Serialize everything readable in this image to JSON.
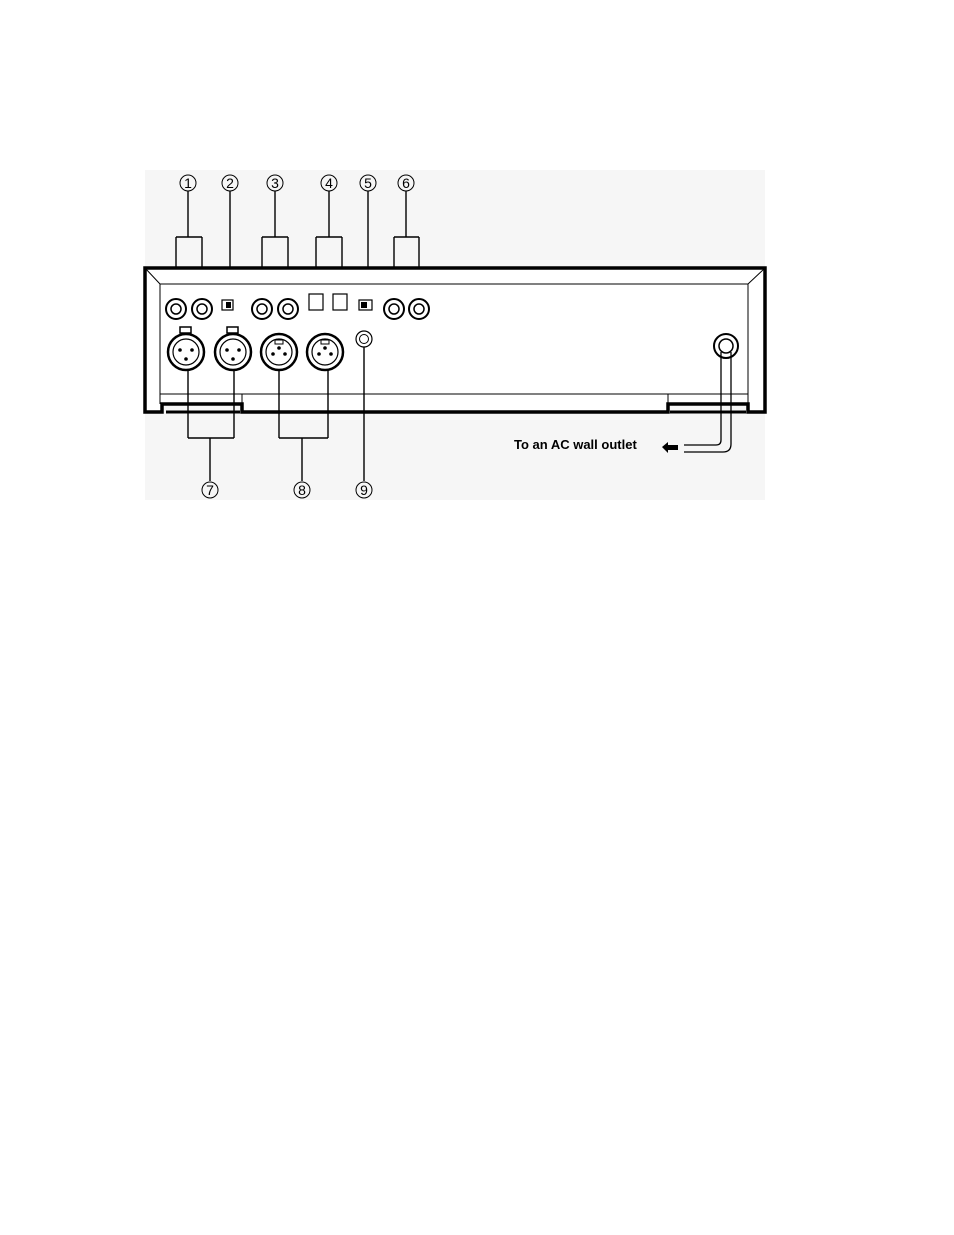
{
  "callouts": {
    "top": [
      "1",
      "2",
      "3",
      "4",
      "5",
      "6"
    ],
    "bottom": [
      "7",
      "8",
      "9"
    ]
  },
  "outlet_label": "To an AC wall outlet",
  "colors": {
    "ink": "#000000",
    "paper": "#ffffff",
    "bg_tint": "#f3f3f3"
  }
}
